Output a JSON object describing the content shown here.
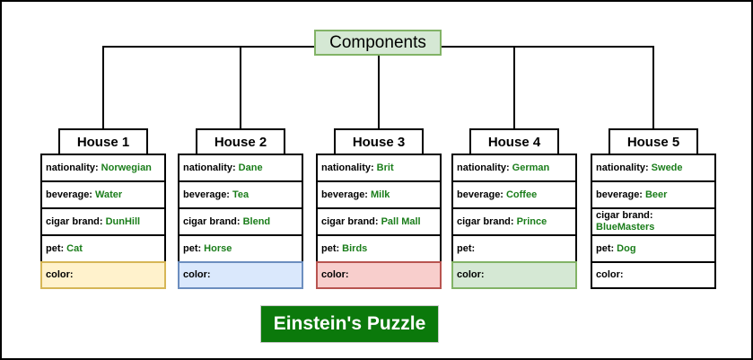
{
  "diagram": {
    "root_label": "Components",
    "banner_label": "Einstein's Puzzle"
  },
  "labels": {
    "nationality": "nationality:",
    "beverage": "beverage:",
    "cigar": "cigar brand:",
    "pet": "pet:",
    "color": "color:"
  },
  "houses": [
    {
      "title": "House 1",
      "nationality": "Norwegian",
      "beverage": "Water",
      "cigar": "DunHill",
      "pet": "Cat",
      "color": "",
      "color_fill": "#fff2cc",
      "color_stroke": "#d6b656"
    },
    {
      "title": "House 2",
      "nationality": "Dane",
      "beverage": "Tea",
      "cigar": "Blend",
      "pet": "Horse",
      "color": "",
      "color_fill": "#dae8fc",
      "color_stroke": "#6c8ebf"
    },
    {
      "title": "House 3",
      "nationality": "Brit",
      "beverage": "Milk",
      "cigar": "Pall Mall",
      "pet": "Birds",
      "color": "",
      "color_fill": "#f8cecc",
      "color_stroke": "#b85450"
    },
    {
      "title": "House 4",
      "nationality": "German",
      "beverage": "Coffee",
      "cigar": "Prince",
      "pet": "",
      "color": "",
      "color_fill": "#d5e8d4",
      "color_stroke": "#82b366"
    },
    {
      "title": "House 5",
      "nationality": "Swede",
      "beverage": "Beer",
      "cigar": "BlueMasters",
      "pet": "Dog",
      "color": "",
      "color_fill": "#ffffff",
      "color_stroke": "#000000"
    }
  ],
  "colors": {
    "root_fill": "#d5e8d4",
    "root_stroke": "#82b366",
    "value_text": "#1a7d1a",
    "banner_fill": "#0b790b",
    "banner_text": "#ffffff",
    "line": "#000000"
  }
}
